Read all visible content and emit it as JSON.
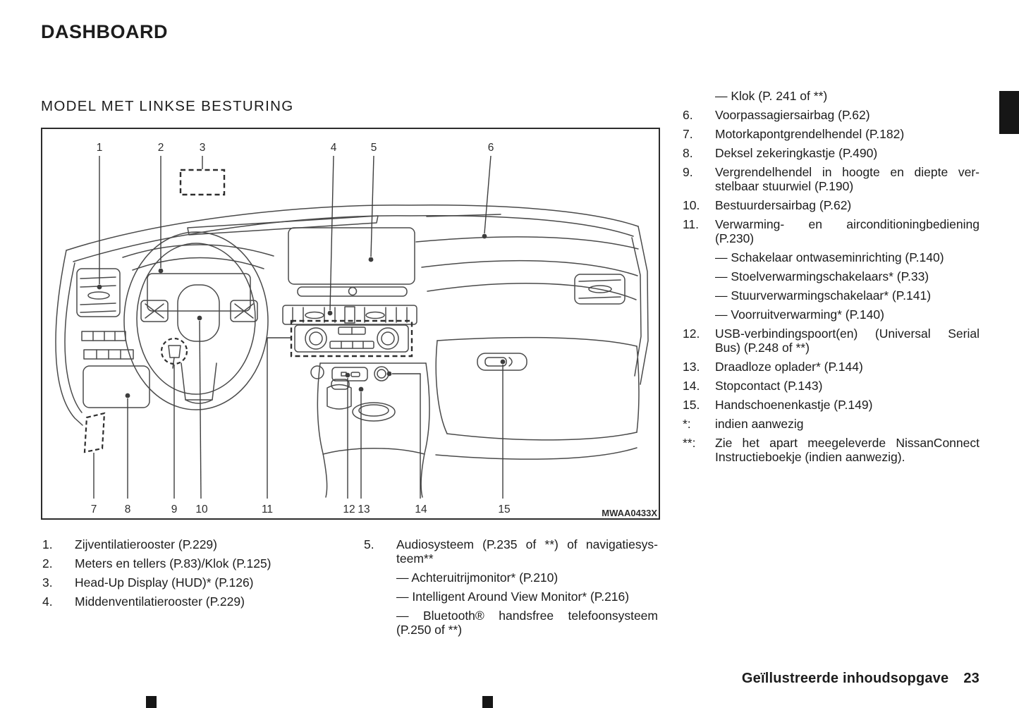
{
  "page": {
    "title": "DASHBOARD",
    "section_heading": "MODEL MET LINKSE BESTURING",
    "footer": {
      "label": "Geïllustreerde inhoudsopgave",
      "page_number": "23"
    }
  },
  "diagram": {
    "figure_code": "MWAA0433X",
    "callouts_top": [
      "1",
      "2",
      "3",
      "4",
      "5",
      "6"
    ],
    "callouts_bottom": [
      "7",
      "8",
      "9",
      "10",
      "11",
      "12",
      "13",
      "14",
      "15"
    ],
    "line_color": "#4a4a4a",
    "ink_color": "#1c1c1c"
  },
  "legend_left": [
    {
      "num": "1.",
      "lines": [
        "Zijventilatierooster (P.229)"
      ]
    },
    {
      "num": "2.",
      "lines": [
        "Meters en tellers (P.83)/Klok (P.125)"
      ]
    },
    {
      "num": "3.",
      "lines": [
        "Head-Up Display (HUD)* (P.126)"
      ]
    },
    {
      "num": "4.",
      "lines": [
        "Middenventilatierooster (P.229)"
      ]
    }
  ],
  "legend_mid": {
    "item": {
      "num": "5.",
      "lines": [
        "Audiosysteem (P.235 of **) of navigatiesys-",
        "teem**"
      ]
    },
    "subs": [
      {
        "lines": [
          "— Achteruitrijmonitor* (P.210)"
        ]
      },
      {
        "lines": [
          "— Intelligent Around View Monitor* (P.216)"
        ]
      },
      {
        "lines": [
          "— Bluetooth® handsfree telefoonsysteem",
          "(P.250 of **)"
        ]
      }
    ]
  },
  "legend_right": [
    {
      "num": "",
      "lines": [
        "— Klok (P. 241 of **)"
      ]
    },
    {
      "num": "6.",
      "lines": [
        "Voorpassagiersairbag (P.62)"
      ]
    },
    {
      "num": "7.",
      "lines": [
        "Motorkapontgrendelhendel (P.182)"
      ]
    },
    {
      "num": "8.",
      "lines": [
        "Deksel zekeringkastje (P.490)"
      ]
    },
    {
      "num": "9.",
      "lines": [
        "Vergrendelhendel in hoogte en diepte ver-",
        "stelbaar stuurwiel (P.190)"
      ]
    },
    {
      "num": "10.",
      "lines": [
        "Bestuurdersairbag (P.62)"
      ]
    },
    {
      "num": "11.",
      "lines": [
        "Verwarming- en airconditioningbediening",
        "(P.230)"
      ]
    },
    {
      "num": "",
      "lines": [
        "— Schakelaar ontwaseminrichting (P.140)"
      ]
    },
    {
      "num": "",
      "lines": [
        "— Stoelverwarmingschakelaars* (P.33)"
      ]
    },
    {
      "num": "",
      "lines": [
        "— Stuurverwarmingschakelaar* (P.141)"
      ]
    },
    {
      "num": "",
      "lines": [
        "— Voorruitverwarming* (P.140)"
      ]
    },
    {
      "num": "12.",
      "lines": [
        "USB-verbindingspoort(en) (Universal Serial",
        "Bus) (P.248 of **)"
      ]
    },
    {
      "num": "13.",
      "lines": [
        "Draadloze oplader* (P.144)"
      ]
    },
    {
      "num": "14.",
      "lines": [
        "Stopcontact (P.143)"
      ]
    },
    {
      "num": "15.",
      "lines": [
        "Handschoenenkastje (P.149)"
      ]
    },
    {
      "num": "*:",
      "lines": [
        "indien aanwezig"
      ]
    },
    {
      "num": "**:",
      "lines": [
        "Zie het apart meegeleverde NissanConnect",
        "Instructieboekje (indien aanwezig)."
      ]
    }
  ]
}
